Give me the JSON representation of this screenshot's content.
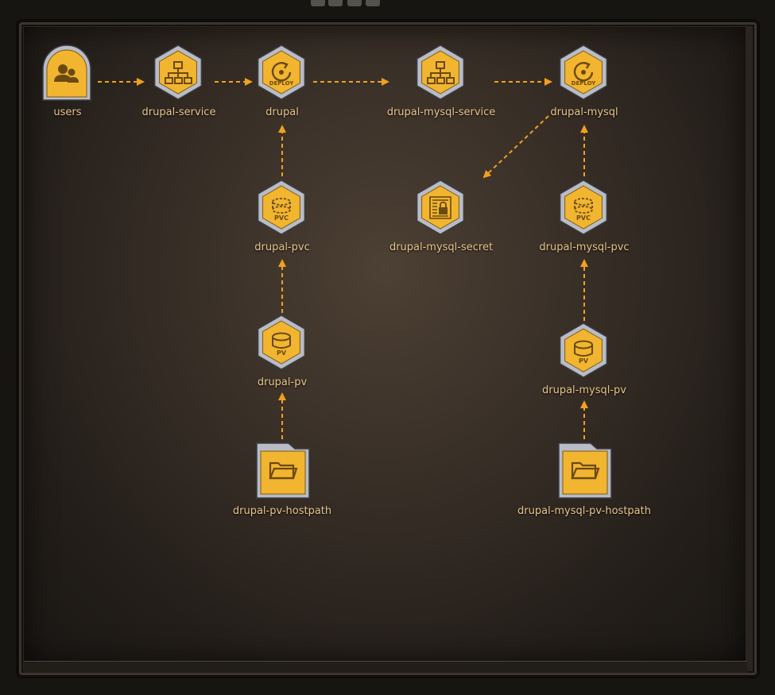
{
  "colors": {
    "badge_fill": "#f2b530",
    "badge_border": "#b9bcc6",
    "icon_stroke": "#6a4a10",
    "link": "#f0a020",
    "label": "#e8c58a"
  },
  "nodes": [
    {
      "id": "users",
      "label": "users",
      "icon": "users-icon"
    },
    {
      "id": "drupal-service",
      "label": "drupal-service",
      "icon": "service-network-icon"
    },
    {
      "id": "drupal",
      "label": "drupal",
      "icon": "deploy-icon",
      "icon_text": "DEPLOY"
    },
    {
      "id": "drupal-mysql-service",
      "label": "drupal-mysql-service",
      "icon": "service-network-icon"
    },
    {
      "id": "drupal-mysql",
      "label": "drupal-mysql",
      "icon": "deploy-icon",
      "icon_text": "DEPLOY"
    },
    {
      "id": "drupal-pvc",
      "label": "drupal-pvc",
      "icon": "pvc-icon",
      "icon_text": "PVC"
    },
    {
      "id": "drupal-mysql-secret",
      "label": "drupal-mysql-secret",
      "icon": "secret-lock-icon"
    },
    {
      "id": "drupal-mysql-pvc",
      "label": "drupal-mysql-pvc",
      "icon": "pvc-icon",
      "icon_text": "PVC"
    },
    {
      "id": "drupal-pv",
      "label": "drupal-pv",
      "icon": "pv-disk-icon",
      "icon_text": "PV"
    },
    {
      "id": "drupal-mysql-pv",
      "label": "drupal-mysql-pv",
      "icon": "pv-disk-icon",
      "icon_text": "PV"
    },
    {
      "id": "drupal-pv-hostpath",
      "label": "drupal-pv-hostpath",
      "icon": "folder-icon"
    },
    {
      "id": "drupal-mysql-pv-hostpath",
      "label": "drupal-mysql-pv-hostpath",
      "icon": "folder-icon"
    }
  ],
  "links": [
    {
      "from": "users",
      "to": "drupal-service"
    },
    {
      "from": "drupal-service",
      "to": "drupal"
    },
    {
      "from": "drupal",
      "to": "drupal-mysql-service"
    },
    {
      "from": "drupal-mysql-service",
      "to": "drupal-mysql"
    },
    {
      "from": "drupal-mysql",
      "to": "drupal-mysql-secret"
    },
    {
      "from": "drupal-pvc",
      "to": "drupal"
    },
    {
      "from": "drupal-pv",
      "to": "drupal-pvc"
    },
    {
      "from": "drupal-pv-hostpath",
      "to": "drupal-pv"
    },
    {
      "from": "drupal-mysql-pvc",
      "to": "drupal-mysql"
    },
    {
      "from": "drupal-mysql-pv",
      "to": "drupal-mysql-pvc"
    },
    {
      "from": "drupal-mysql-pv-hostpath",
      "to": "drupal-mysql-pv"
    }
  ]
}
